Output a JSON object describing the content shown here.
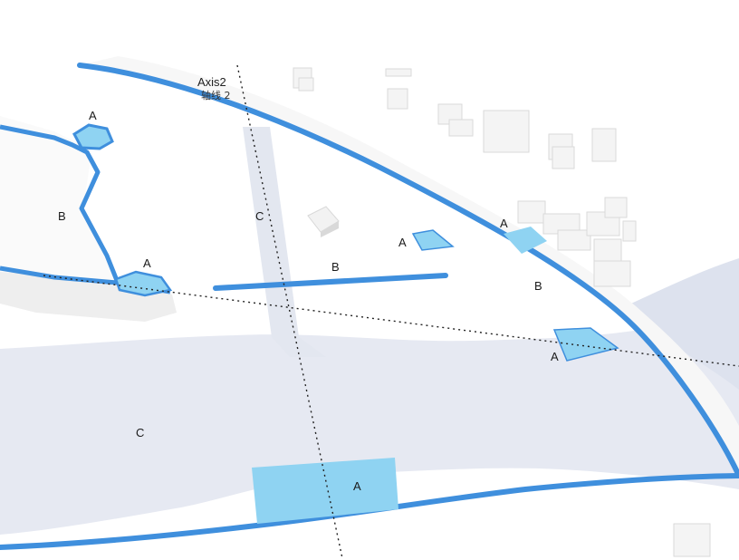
{
  "axis": {
    "title": "Axis2",
    "subtitle": "轴线 2"
  },
  "labels": {
    "a_pond_top": "A",
    "b_left_channel": "B",
    "a_left_pool": "A",
    "c_vertical_path": "C",
    "b_center_bar": "B",
    "a_small_pad": "A",
    "a_right_top": "A",
    "b_road": "B",
    "a_right_lower": "A",
    "c_river": "C",
    "a_bottom_pad": "A"
  },
  "colors": {
    "blue_line": "#3f8fdd",
    "light_blue_fill": "#8fd3f2",
    "river_fill": "#e6e9f2",
    "building_fill": "#f2f2f2",
    "building_shadow": "#d9d9d9"
  }
}
